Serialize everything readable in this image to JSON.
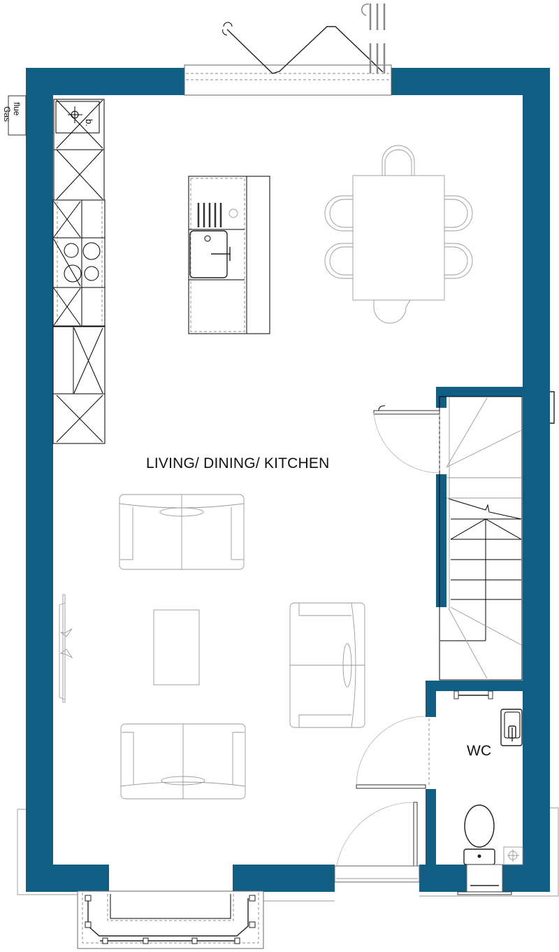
{
  "plan": {
    "type": "ground floor plan",
    "wall_color": "#115e85",
    "rooms": [
      {
        "id": "living",
        "label": "LIVING/ DINING/ KITCHEN"
      },
      {
        "id": "wc",
        "label": "WC"
      }
    ],
    "annotations": {
      "flue_label": "flue",
      "gas_label": "Gas",
      "boiler_label": "b."
    },
    "fixtures": [
      "kitchen-units",
      "hob",
      "island-sink",
      "dining-table-6-chairs",
      "sofa-2-seat",
      "sofa-3-seat",
      "armchair-sofa",
      "coffee-table",
      "tv-unit",
      "staircase",
      "wc-toilet",
      "wc-basin",
      "radiator",
      "bay-window",
      "bi-fold-doors",
      "front-door"
    ]
  }
}
